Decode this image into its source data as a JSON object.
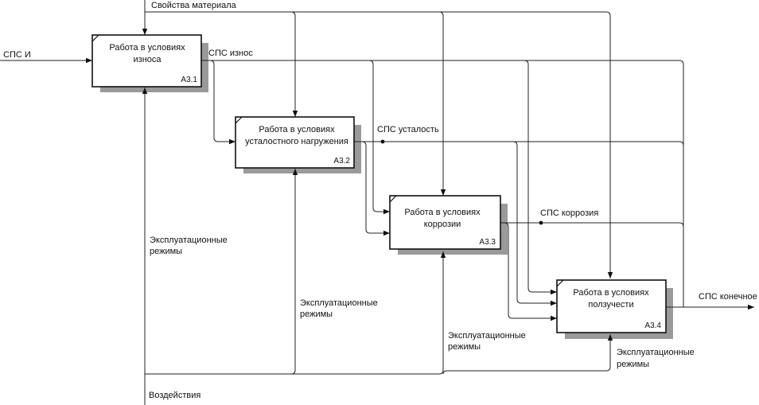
{
  "boxes": [
    {
      "line1": "Работа в условиях",
      "line2": "износа",
      "code": "А3.1"
    },
    {
      "line1": "Работа в условиях",
      "line2": "усталостного нагружения",
      "code": "А3.2"
    },
    {
      "line1": "Работа в условиях",
      "line2": "коррозии",
      "code": "А3.3"
    },
    {
      "line1": "Работа в условиях",
      "line2": "ползучести",
      "code": "А3.4"
    }
  ],
  "labels": {
    "material": "Свойства материала",
    "input": "СПС И",
    "wear": "СПС износ",
    "fatigue": "СПС усталость",
    "corrosion": "СПС коррозия",
    "final": "СПС конечное",
    "impacts": "Воздействия",
    "modes1_a": "Эксплуатационные",
    "modes1_b": "режимы",
    "modes2_a": "Эксплуатационные",
    "modes2_b": "режимы",
    "modes3_a": "Эксплуатационные",
    "modes3_b": "режимы",
    "modes4_a": "Эксплуатационные",
    "modes4_b": "режимы"
  }
}
